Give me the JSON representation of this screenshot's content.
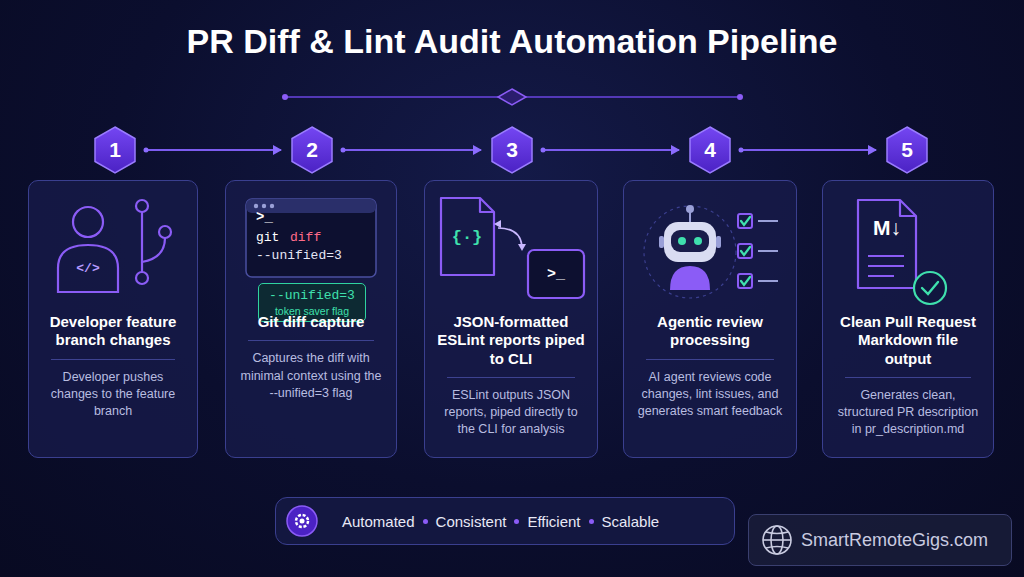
{
  "diagram": {
    "title": "PR Diff & Lint Audit Automation Pipeline",
    "nodes": [
      {
        "text": [
          "1"
        ]
      },
      {
        "text": [
          "2"
        ]
      },
      {
        "text": [
          "3"
        ]
      },
      {
        "text": [
          "4"
        ]
      },
      {
        "text": [
          "5"
        ]
      },
      {
        "text": [
          "Developer feature branch changes",
          "Developer pushes changes to the feature branch"
        ]
      },
      {
        "text": [
          "Git diff capture",
          "Captures the diff with minimal context using the --unified=3 flag"
        ]
      },
      {
        "text": [
          "JSON-formatted ESLint reports piped to CLI",
          "ESLint outputs JSON reports, piped directly to the CLI for analysis"
        ]
      },
      {
        "text": [
          "Agentic review processing",
          "AI agent reviews code changes, lint issues, and generates smart feedback"
        ]
      },
      {
        "text": [
          "Clean Pull Request Markdown file output",
          "Generates clean, structured PR description in pr_description.md"
        ]
      },
      {
        "text": [
          "--unified=3",
          "token saver flag"
        ],
        "in": 6
      },
      {
        "text": [
          "Automated",
          "Consistent",
          "Efficient",
          "Scalable"
        ]
      },
      {
        "text": [
          "SmartRemoteGigs.com"
        ]
      }
    ],
    "edges": [
      {
        "from": 0,
        "to": 1,
        "arrow": "to"
      },
      {
        "from": 1,
        "to": 2,
        "arrow": "to"
      },
      {
        "from": 2,
        "to": 3,
        "arrow": "to"
      },
      {
        "from": 3,
        "to": 4,
        "arrow": "to"
      }
    ],
    "labels": [
      "</>",
      ">_",
      "git",
      "diff",
      "--unified=3",
      "{·}",
      ">_",
      "M↓"
    ]
  }
}
